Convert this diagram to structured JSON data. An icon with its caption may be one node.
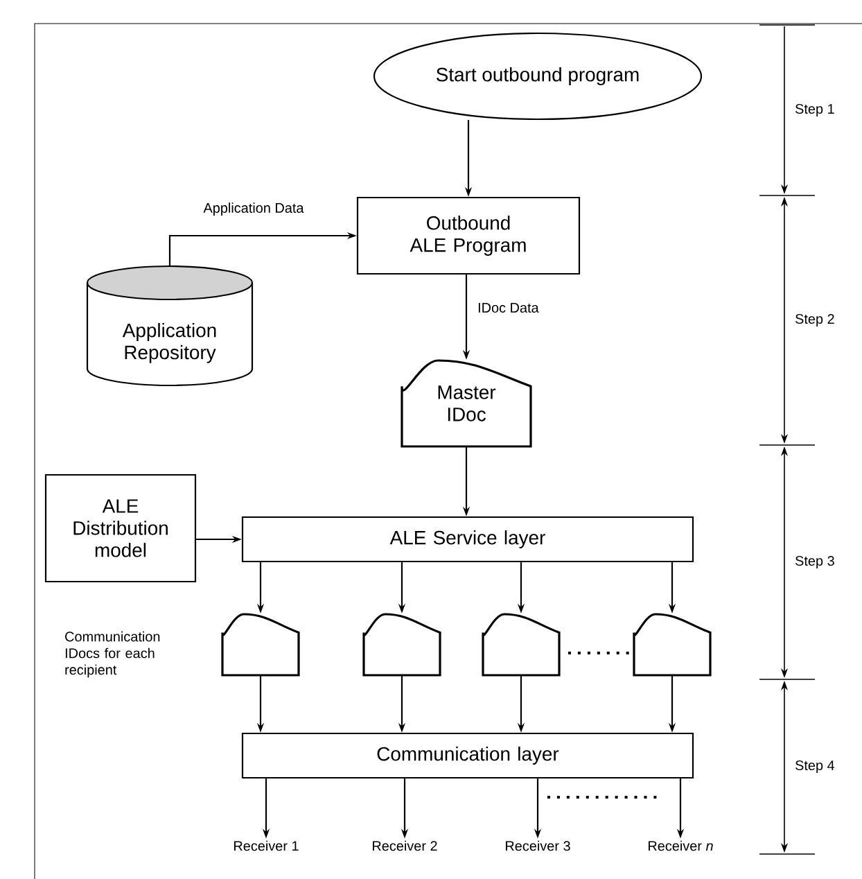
{
  "diagram": {
    "nodes": [
      {
        "text": [
          "Start outbound program"
        ]
      },
      {
        "text": [
          "Outbound ALE Program"
        ]
      },
      {
        "text": [
          "Application Repository"
        ]
      },
      {
        "text": [
          "Master IDoc"
        ]
      },
      {
        "text": [
          "ALE Distribution model"
        ]
      },
      {
        "text": [
          "ALE Service layer"
        ]
      },
      {
        "text": [],
        "shape": "document"
      },
      {
        "text": [],
        "shape": "document"
      },
      {
        "text": [],
        "shape": "document"
      },
      {
        "text": [],
        "shape": "document"
      },
      {
        "text": [
          "Communication layer"
        ]
      },
      {
        "text": [
          "Receiver 1"
        ]
      },
      {
        "text": [
          "Receiver 2"
        ]
      },
      {
        "text": [
          "Receiver 3"
        ]
      },
      {
        "text": [
          "Receiver *n*"
        ]
      }
    ],
    "edges": [
      {
        "from": 0,
        "to": 1,
        "arrow": "to"
      },
      {
        "from": 2,
        "to": 1,
        "arrow": "to",
        "label": "Application Data"
      },
      {
        "from": 1,
        "to": 3,
        "arrow": "to",
        "label": "IDoc Data"
      },
      {
        "from": 3,
        "to": 5,
        "arrow": "to"
      },
      {
        "from": 4,
        "to": 5,
        "arrow": "to"
      },
      {
        "from": 5,
        "to": 6,
        "arrow": "to"
      },
      {
        "from": 5,
        "to": 7,
        "arrow": "to"
      },
      {
        "from": 5,
        "to": 8,
        "arrow": "to"
      },
      {
        "from": 5,
        "to": 9,
        "arrow": "to"
      },
      {
        "from": 6,
        "to": 10,
        "arrow": "to"
      },
      {
        "from": 7,
        "to": 10,
        "arrow": "to"
      },
      {
        "from": 8,
        "to": 10,
        "arrow": "to"
      },
      {
        "from": 9,
        "to": 10,
        "arrow": "to"
      },
      {
        "from": 10,
        "to": 11,
        "arrow": "to"
      },
      {
        "from": 10,
        "to": 12,
        "arrow": "to"
      },
      {
        "from": 10,
        "to": 13,
        "arrow": "to"
      },
      {
        "from": 10,
        "to": 14,
        "arrow": "to"
      }
    ],
    "labels": [
      "Step 1",
      "Step 2",
      "Step 3",
      "Step 4",
      "Communication IDocs for each recipient"
    ]
  }
}
